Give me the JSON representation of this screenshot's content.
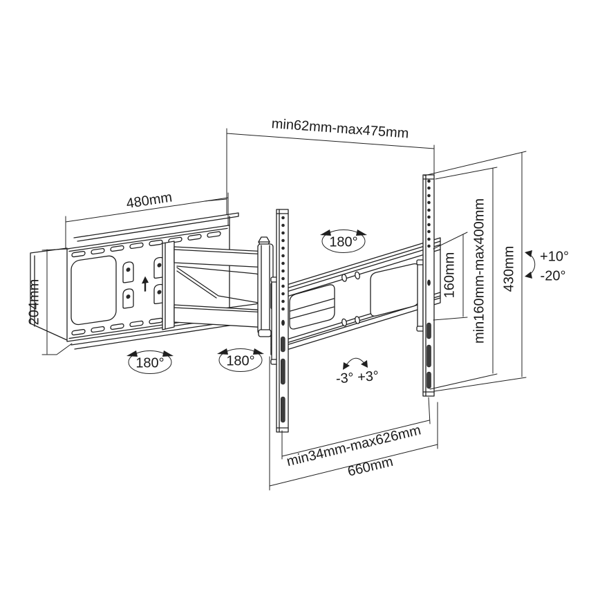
{
  "colors": {
    "ink": "#1f1f1f",
    "background": "#ffffff"
  },
  "labels": {
    "top_span": "min62mm-max475mm",
    "plate_width": "480mm",
    "plate_height": "204mm",
    "vesa_height": "160mm",
    "vesa_range": "min160mm-max400mm",
    "bracket_height": "430mm",
    "tilt_up": "+10°",
    "tilt_down": "-20°",
    "swivel_wall": "180°",
    "swivel_arm": "180°",
    "swivel_tv": "180°",
    "level_adjust": "-3° +3°",
    "rail_span": "min34mm-max626mm",
    "crossbar_width": "660mm"
  }
}
